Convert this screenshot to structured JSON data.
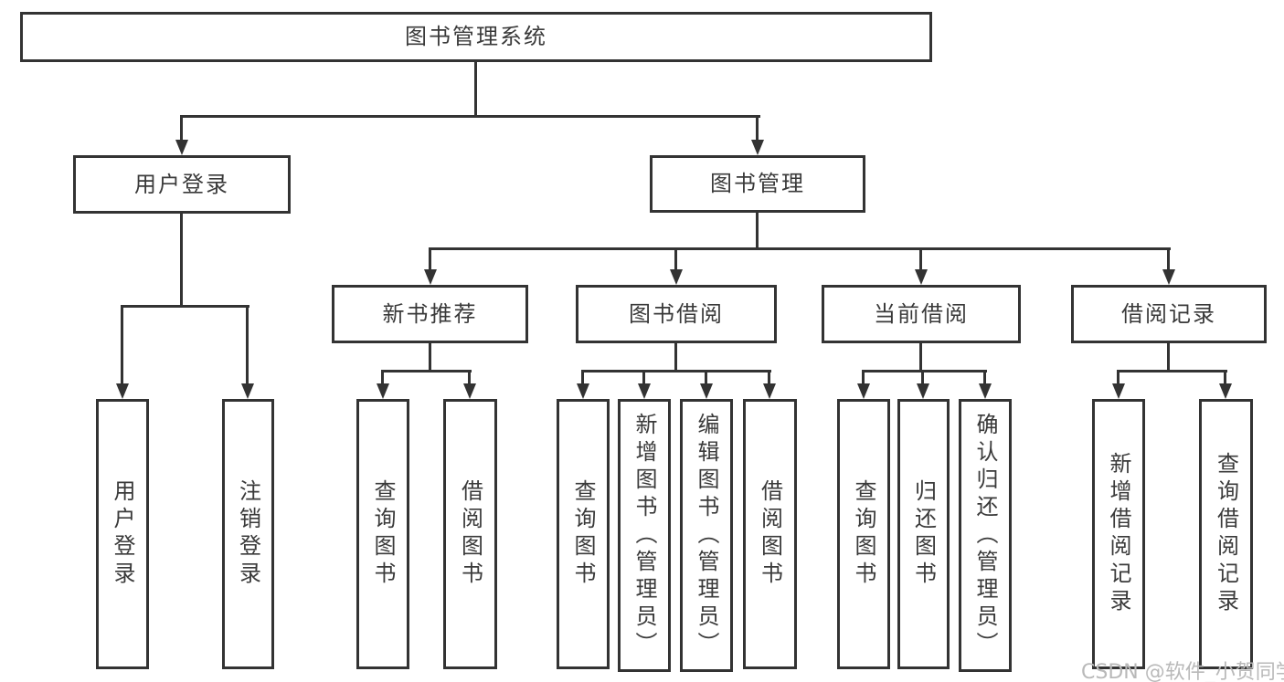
{
  "diagram": {
    "root": {
      "label": "图书管理系统"
    },
    "branches": [
      {
        "label": "用户登录",
        "children": [
          {
            "label": "用户登录"
          },
          {
            "label": "注销登录"
          }
        ]
      },
      {
        "label": "图书管理",
        "children": [
          {
            "label": "新书推荐",
            "children": [
              {
                "label": "查询图书"
              },
              {
                "label": "借阅图书"
              }
            ]
          },
          {
            "label": "图书借阅",
            "children": [
              {
                "label": "查询图书"
              },
              {
                "label": "新增图书（管理员）"
              },
              {
                "label": "编辑图书（管理员）"
              },
              {
                "label": "借阅图书"
              }
            ]
          },
          {
            "label": "当前借阅",
            "children": [
              {
                "label": "查询图书"
              },
              {
                "label": "归还图书"
              },
              {
                "label": "确认归还（管理员）"
              }
            ]
          },
          {
            "label": "借阅记录",
            "children": [
              {
                "label": "新增借阅记录"
              },
              {
                "label": "查询借阅记录"
              }
            ]
          }
        ]
      }
    ]
  },
  "watermark": {
    "text": "CSDN @软件_小贺同学"
  },
  "colors": {
    "line": "#333333",
    "text": "#3a3a3a",
    "background": "#ffffff",
    "watermark": "#b9b9b9"
  }
}
